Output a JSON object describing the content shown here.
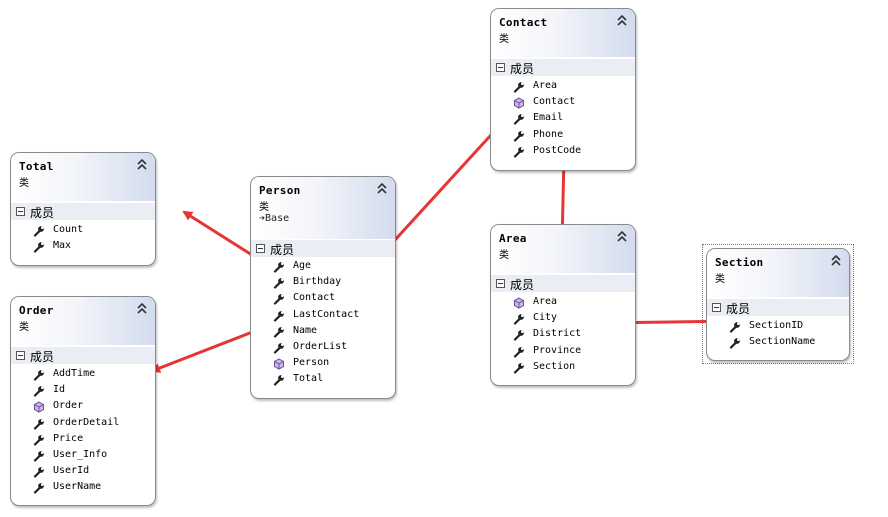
{
  "accent_arrow_color": "#e53535",
  "section_label": "成员",
  "kind_label": "类",
  "classes": [
    {
      "id": "total",
      "name": "Total",
      "members": [
        {
          "name": "Count",
          "icon": "wrench-icon"
        },
        {
          "name": "Max",
          "icon": "wrench-icon"
        }
      ]
    },
    {
      "id": "order",
      "name": "Order",
      "members": [
        {
          "name": "AddTime",
          "icon": "wrench-icon"
        },
        {
          "name": "Id",
          "icon": "wrench-icon"
        },
        {
          "name": "Order",
          "icon": "cube-icon"
        },
        {
          "name": "OrderDetail",
          "icon": "wrench-icon"
        },
        {
          "name": "Price",
          "icon": "wrench-icon"
        },
        {
          "name": "User_Info",
          "icon": "wrench-icon"
        },
        {
          "name": "UserId",
          "icon": "wrench-icon"
        },
        {
          "name": "UserName",
          "icon": "wrench-icon"
        }
      ]
    },
    {
      "id": "person",
      "name": "Person",
      "base": "Base",
      "members": [
        {
          "name": "Age",
          "icon": "wrench-icon"
        },
        {
          "name": "Birthday",
          "icon": "wrench-icon"
        },
        {
          "name": "Contact",
          "icon": "wrench-icon"
        },
        {
          "name": "LastContact",
          "icon": "wrench-icon"
        },
        {
          "name": "Name",
          "icon": "wrench-icon"
        },
        {
          "name": "OrderList",
          "icon": "wrench-icon"
        },
        {
          "name": "Person",
          "icon": "cube-icon"
        },
        {
          "name": "Total",
          "icon": "wrench-icon"
        }
      ]
    },
    {
      "id": "contact",
      "name": "Contact",
      "members": [
        {
          "name": "Area",
          "icon": "wrench-icon"
        },
        {
          "name": "Contact",
          "icon": "cube-icon"
        },
        {
          "name": "Email",
          "icon": "wrench-icon"
        },
        {
          "name": "Phone",
          "icon": "wrench-icon"
        },
        {
          "name": "PostCode",
          "icon": "wrench-icon"
        }
      ]
    },
    {
      "id": "area",
      "name": "Area",
      "members": [
        {
          "name": "Area",
          "icon": "cube-icon"
        },
        {
          "name": "City",
          "icon": "wrench-icon"
        },
        {
          "name": "District",
          "icon": "wrench-icon"
        },
        {
          "name": "Province",
          "icon": "wrench-icon"
        },
        {
          "name": "Section",
          "icon": "wrench-icon"
        }
      ]
    },
    {
      "id": "section",
      "name": "Section",
      "members": [
        {
          "name": "SectionID",
          "icon": "wrench-icon"
        },
        {
          "name": "SectionName",
          "icon": "wrench-icon"
        }
      ]
    }
  ]
}
